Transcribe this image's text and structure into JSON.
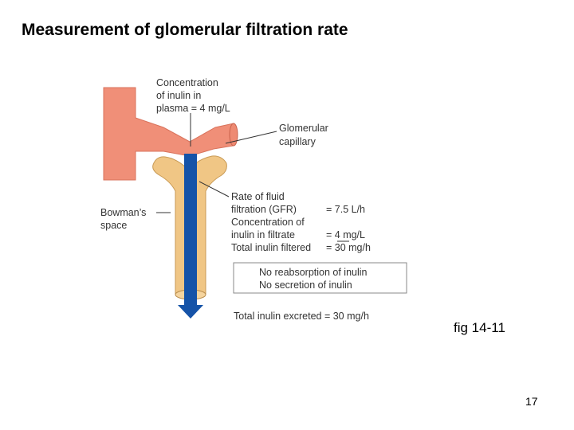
{
  "slide": {
    "title": "Measurement of glomerular filtration rate",
    "fig_caption": "fig 14-11",
    "page_number": "17"
  },
  "diagram": {
    "plasma_label": [
      "Concentration",
      "of inulin in",
      "plasma = 4 mg/L"
    ],
    "capillary_label": [
      "Glomerular",
      "capillary"
    ],
    "bowman_label": [
      "Bowman’s",
      "space"
    ],
    "gfr_labels": [
      "Rate of fluid",
      "filtration (GFR)",
      "Concentration of",
      "inulin in filtrate",
      "Total inulin filtered"
    ],
    "gfr_values": [
      "= 7.5 L/h",
      "= 4  mg/L",
      "= 30  mg/h"
    ],
    "box_lines": [
      "No reabsorption of inulin",
      "No secretion of inulin"
    ],
    "excreted_label": "Total inulin excreted = 30  mg/h",
    "colors": {
      "vessel": "#f08f78",
      "vessel_stroke": "#d9735c",
      "tubule": "#f0c685",
      "tubule_stroke": "#c89a55",
      "arrow": "#1553a8",
      "text": "#333333"
    }
  }
}
